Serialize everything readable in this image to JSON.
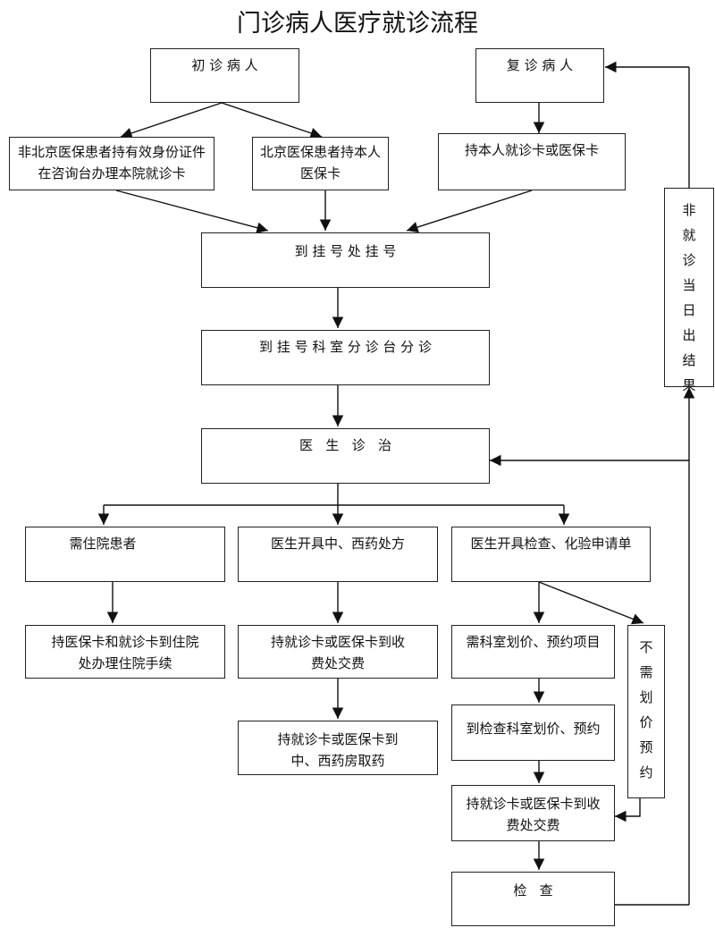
{
  "title": "门诊病人医疗就诊流程",
  "boxes": {
    "first_visit": "初 诊 病 人",
    "return_visit": "复 诊 病 人",
    "non_beijing": "非北京医保患者持有效身份证件在咨询台办理本院就诊卡",
    "beijing": "北京医保患者持本人医保卡",
    "own_card": "持本人就诊卡或医保卡",
    "register": "到 挂 号 处 挂 号",
    "triage": "到 挂 号 科 室 分 诊 台 分 诊",
    "doctor": "医   生   诊   治",
    "inpatient": "需住院患者",
    "prescription": "医生开具中、西药处方",
    "exam_order": "医生开具检查、化验申请单",
    "admission": "持医保卡和就诊卡到住院处办理住院手续",
    "pay_rx": "持就诊卡或医保卡到收费处交费",
    "pharmacy": "持就诊卡或医保卡到中、西药房取药",
    "dept_pricing": "需科室划价、预约项目",
    "exam_dept": "到检查科室划价、预约",
    "pay_exam": "持就诊卡或医保卡到收费处交费",
    "examination": "检   查",
    "no_pricing": "不需划价预约",
    "result_not_same_day": "非就诊当日出结果"
  }
}
